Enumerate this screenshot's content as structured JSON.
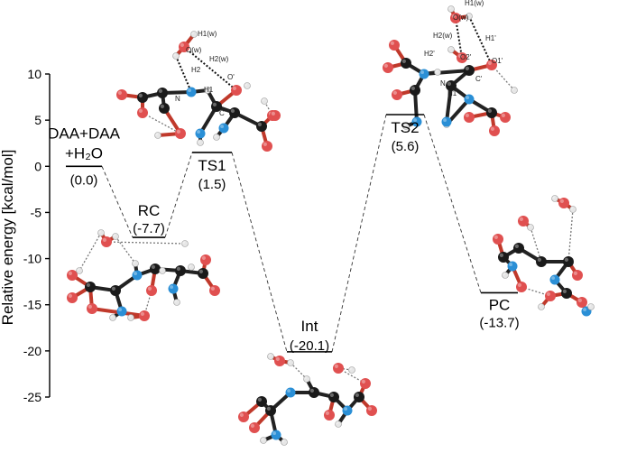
{
  "colors": {
    "carbon": "#1a1a1a",
    "oxygen": "#e05050",
    "nitrogen": "#2a8fd6",
    "hydrogen": "#e6e6e6"
  },
  "chart_data": {
    "type": "energy-profile",
    "title": "",
    "ylabel": "Relative energy [kcal/mol]",
    "ylim": [
      -25,
      10
    ],
    "yticks": [
      10,
      5,
      0,
      -5,
      -10,
      -15,
      -20,
      -25
    ],
    "grid": false,
    "stages": [
      {
        "name": "DAA+DAA",
        "name_line2": "+H₂O",
        "energy": 0.0,
        "energy_label": "(0.0)"
      },
      {
        "name": "RC",
        "energy": -7.7,
        "energy_label": "(-7.7)"
      },
      {
        "name": "TS1",
        "energy": 1.5,
        "energy_label": "(1.5)"
      },
      {
        "name": "Int",
        "energy": -20.1,
        "energy_label": "(-20.1)"
      },
      {
        "name": "TS2",
        "energy": 5.6,
        "energy_label": "(5.6)"
      },
      {
        "name": "PC",
        "energy": -13.7,
        "energy_label": "(-13.7)"
      }
    ],
    "annotations": {
      "ts1": [
        "O(w)",
        "H1(w)",
        "H2(w)",
        "H2",
        "O'",
        "H1",
        "N",
        "C'"
      ],
      "ts2": [
        "O(w)",
        "H1(w)",
        "H2(w)",
        "H1'",
        "H2'",
        "O2'",
        "O1'",
        "N",
        "H1",
        "C'"
      ]
    }
  }
}
